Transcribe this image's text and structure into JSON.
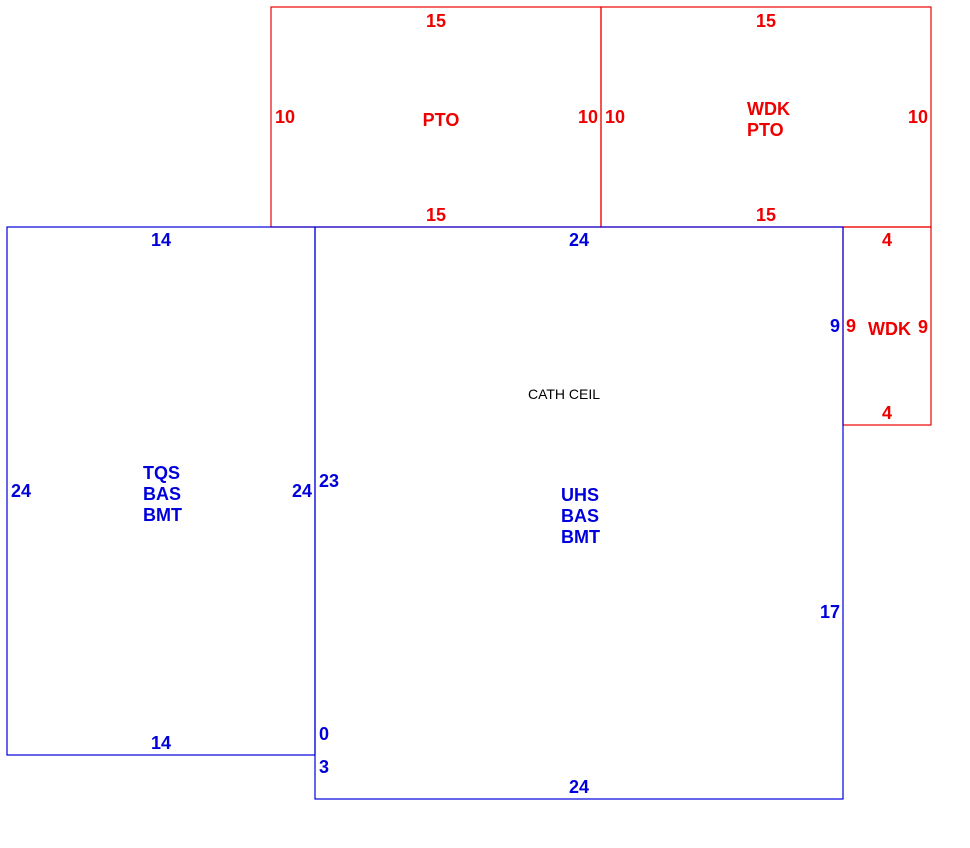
{
  "colors": {
    "upper_level": "#ee0000",
    "main_level": "#0000dd"
  },
  "areas": {
    "pto": {
      "labels": [
        "PTO"
      ],
      "top": "15",
      "bottom": "15",
      "left": "10",
      "right": "10"
    },
    "wdk_pto": {
      "labels": [
        "WDK",
        "PTO"
      ],
      "top": "15",
      "bottom": "15",
      "left": "10",
      "right": "10"
    },
    "wdk": {
      "labels": [
        "WDK"
      ],
      "top": "4",
      "bottom": "4",
      "left": "9",
      "right": "9"
    },
    "tqs": {
      "labels": [
        "TQS",
        "BAS",
        "BMT"
      ],
      "top": "14",
      "bottom": "14",
      "left": "24",
      "right": "24"
    },
    "uhs": {
      "labels": [
        "UHS",
        "BAS",
        "BMT"
      ],
      "top": "24",
      "bottom": "24",
      "left_upper": "23",
      "left_mid": "0",
      "left_lower": "3",
      "right_upper": "9",
      "right_lower": "17",
      "note": "CATH CEIL"
    }
  }
}
